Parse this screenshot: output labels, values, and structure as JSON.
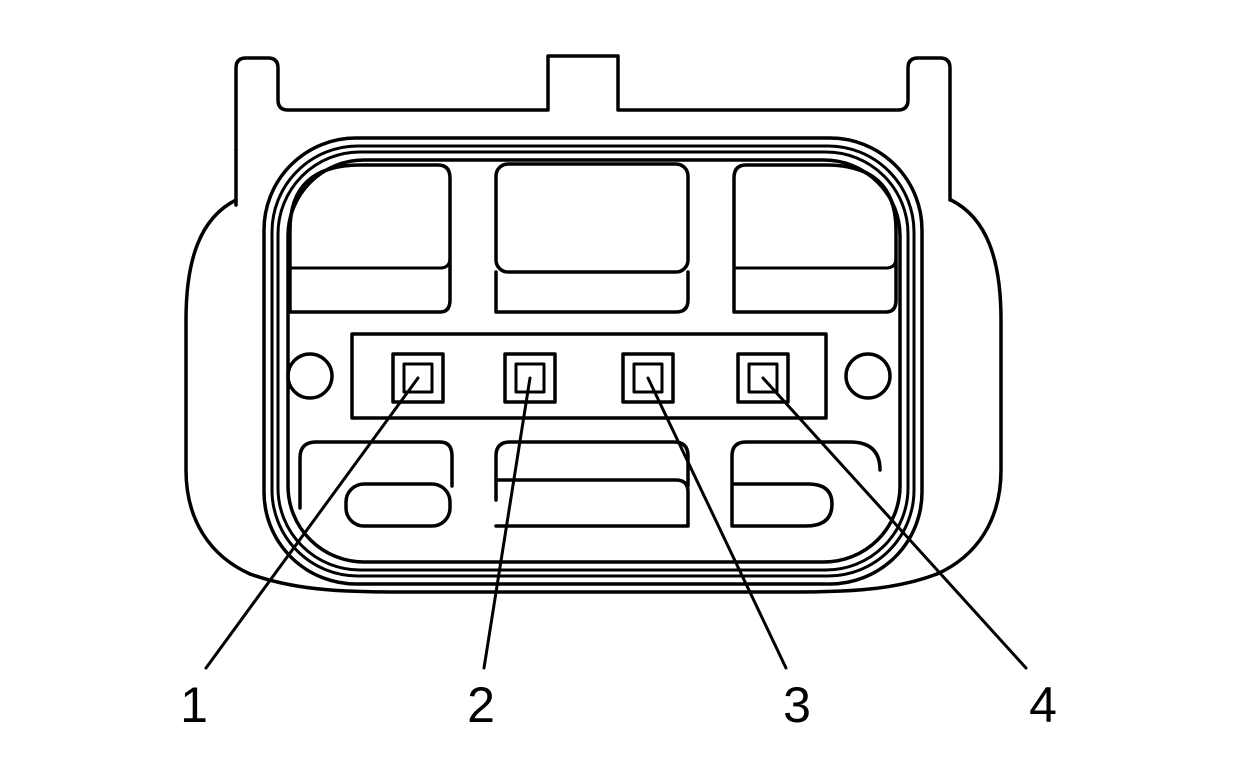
{
  "diagram": {
    "pins": [
      {
        "label": "1"
      },
      {
        "label": "2"
      },
      {
        "label": "3"
      },
      {
        "label": "4"
      }
    ]
  }
}
